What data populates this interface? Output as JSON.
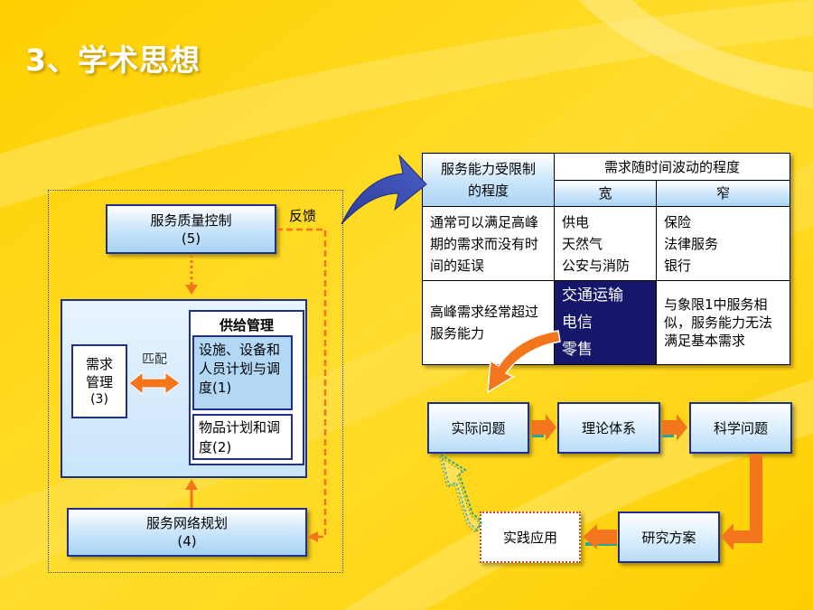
{
  "slide": {
    "title": "3、学术思想"
  },
  "left_diagram": {
    "quality_control": {
      "label": "服务质量控制",
      "num": "(5)"
    },
    "feedback_label": "反馈",
    "supply_management": {
      "title": "供给管理",
      "facility_planning": "设施、设备和人员计划与调度(1)",
      "material_planning": "物品计划和调度(2)"
    },
    "demand_management": {
      "label": "需求管理",
      "num": "(3)"
    },
    "match_label": "匹配",
    "network_planning": {
      "label": "服务网络规划",
      "num": "(4)"
    }
  },
  "matrix": {
    "corner_header": "服务能力受限制的程度",
    "col_group_header": "需求随时间波动的程度",
    "col_wide": "宽",
    "col_narrow": "窄",
    "row1_header": "通常可以满足高峰期的需求而没有时间的延误",
    "row1_wide": [
      "供电",
      "天然气",
      "公安与消防"
    ],
    "row1_narrow": [
      "保险",
      "法律服务",
      "银行"
    ],
    "row2_header": "高峰需求经常超过服务能力",
    "row2_wide": [
      "交通运输",
      "电信",
      "零售"
    ],
    "row2_narrow": "与象限1中服务相似，服务能力无法满足基本需求"
  },
  "flow": {
    "actual_problem": "实际问题",
    "theory_system": "理论体系",
    "scientific_problem": "科学问题",
    "research_plan": "研究方案",
    "practice_application": "实践应用"
  },
  "colors": {
    "background": "#ffd21a",
    "navy_border": "#1f2f8f",
    "orange_arrow": "#f4761c",
    "dark_cell": "#16166a",
    "teal_arrow": "#2aa39a"
  }
}
